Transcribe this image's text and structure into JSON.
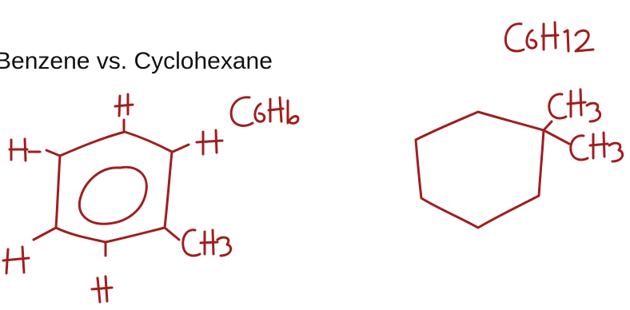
{
  "title": "Benzene vs. Cyclohexane",
  "ink_color": "#a01e1e",
  "benzene": {
    "formula": "C6H6",
    "substituents": [
      "H",
      "H",
      "H",
      "H",
      "H",
      "CH3"
    ]
  },
  "cyclohexane": {
    "formula": "C6H12",
    "substituents": [
      "CH3",
      "CH3"
    ]
  }
}
